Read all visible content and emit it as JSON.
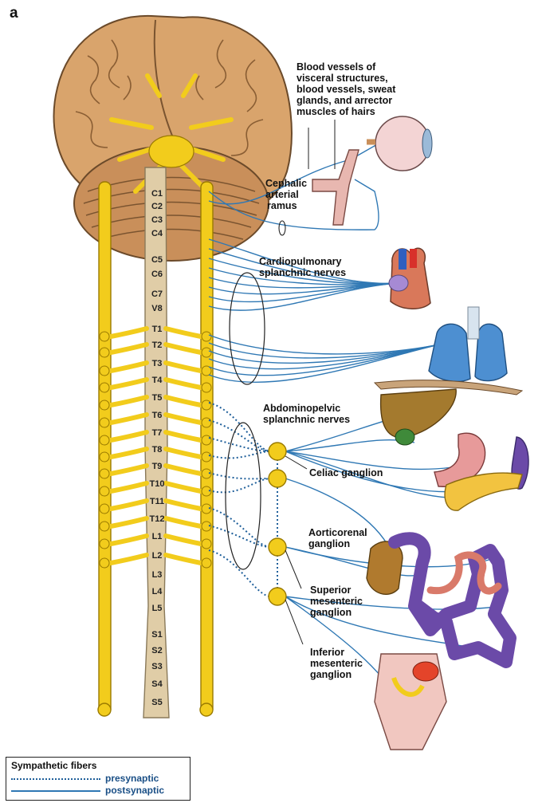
{
  "panel_label": "a",
  "spinal_segments": [
    "C1",
    "C2",
    "C3",
    "C4",
    "C5",
    "C6",
    "C7",
    "V8",
    "T1",
    "T2",
    "T3",
    "T4",
    "T5",
    "T6",
    "T7",
    "T8",
    "T9",
    "T10",
    "T11",
    "T12",
    "L1",
    "L2",
    "L3",
    "L4",
    "L5",
    "S1",
    "S2",
    "S3",
    "S4",
    "S5"
  ],
  "labels": {
    "targets_line1": "Blood vessels of",
    "targets_line2": "visceral structures,",
    "targets_line3": "blood vessels, sweat",
    "targets_line4": "glands, and arrector",
    "targets_line5": "muscles of hairs",
    "cephalic_line1": "Cephalic",
    "cephalic_line2": "arterial",
    "cephalic_line3": "ramus",
    "cardio_line1": "Cardiopulmonary",
    "cardio_line2": "splanchnic nerves",
    "abdomino_line1": "Abdominopelvic",
    "abdomino_line2": "splanchnic nerves",
    "celiac": "Celiac ganglion",
    "aorticorenal_line1": "Aorticorenal",
    "aorticorenal_line2": "ganglion",
    "supmes_line1": "Superior",
    "supmes_line2": "mesenteric",
    "supmes_line3": "ganglion",
    "infmes_line1": "Inferior",
    "infmes_line2": "mesenteric",
    "infmes_line3": "ganglion"
  },
  "legend": {
    "title": "Sympathetic fibers",
    "presynaptic": "presynaptic",
    "postsynaptic": "postsynaptic"
  },
  "colors": {
    "nerve_yellow": "#f2cc1c",
    "nerve_outline": "#9a7a00",
    "spinal_cord": "#e0cda7",
    "brain": "#d9a46c",
    "fiber_blue": "#2f78b4",
    "presynaptic_blue": "#1f5f9a"
  }
}
